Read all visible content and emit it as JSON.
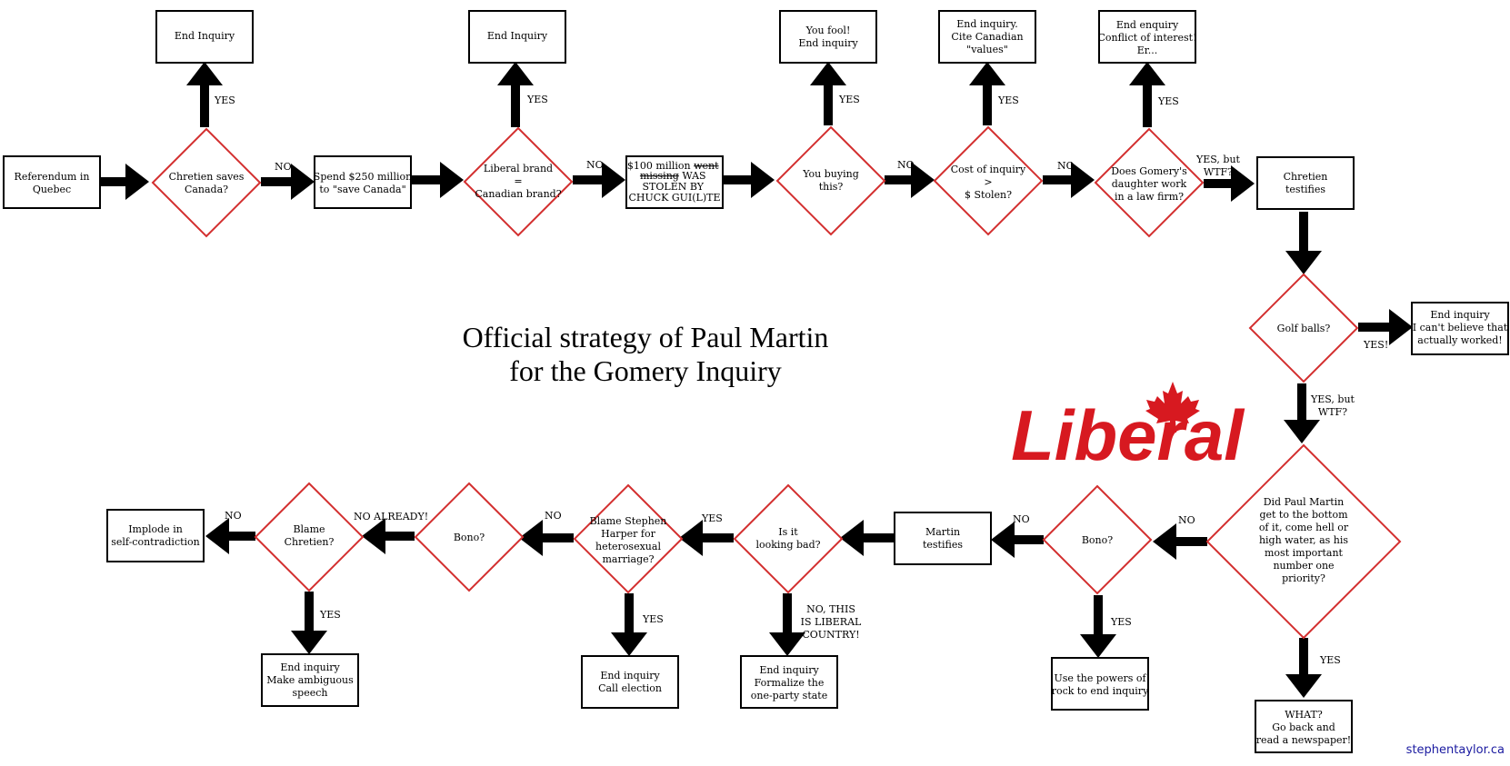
{
  "title": [
    "Official strategy of Paul Martin",
    "for the Gomery Inquiry"
  ],
  "credit": "stephentaylor.ca",
  "logo": {
    "text": "Liberal",
    "icon": "maple-leaf-icon",
    "color": "#d71920"
  },
  "colors": {
    "decision_border": "#d32f2f",
    "box_border": "#000000",
    "arrow": "#000000"
  },
  "nodes": {
    "referendum": {
      "lines": [
        "Referendum in",
        "Quebec"
      ]
    },
    "chretien_saves": {
      "lines": [
        "Chretien saves",
        "Canada?"
      ]
    },
    "end_1": {
      "lines": [
        "End Inquiry"
      ]
    },
    "spend": {
      "lines": [
        "Spend $250 million",
        "to \"save Canada\""
      ]
    },
    "liberal_brand": {
      "lines": [
        "Liberal brand",
        "=",
        "Canadian brand?"
      ]
    },
    "end_2": {
      "lines": [
        "End Inquiry"
      ]
    },
    "hundred_million": {
      "lines": [
        "$100 million ",
        "went",
        "missing",
        " WAS",
        "STOLEN BY",
        "CHUCK GUI(L)TE"
      ]
    },
    "you_buying": {
      "lines": [
        "You buying",
        "this?"
      ]
    },
    "you_fool": {
      "lines": [
        "You fool!",
        "End inquiry"
      ]
    },
    "cost_inquiry": {
      "lines": [
        "Cost of inquiry",
        ">",
        "$ Stolen?"
      ]
    },
    "cite_values": {
      "lines": [
        "End inquiry.",
        "Cite Canadian",
        "\"values\""
      ]
    },
    "gomery_daughter": {
      "lines": [
        "Does Gomery's",
        "daughter work",
        "in a law firm?"
      ]
    },
    "conflict": {
      "lines": [
        "End enquiry",
        "Conflict of interest!",
        "Er..."
      ]
    },
    "chretien_testifies": {
      "lines": [
        "Chretien",
        "testifies"
      ]
    },
    "golf_balls": {
      "lines": [
        "Golf balls?"
      ]
    },
    "cant_believe": {
      "lines": [
        "End inquiry",
        "I can't believe that",
        "actually worked!"
      ]
    },
    "did_paul": {
      "lines": [
        "Did Paul Martin",
        "get to the bottom",
        "of it, come hell or",
        "high water, as his",
        "most important",
        "number one",
        "priority?"
      ]
    },
    "what": {
      "lines": [
        "WHAT?",
        "Go back and",
        "read a newspaper!"
      ]
    },
    "bono_1": {
      "lines": [
        "Bono?"
      ]
    },
    "rock": {
      "lines": [
        "Use the powers of",
        "rock to end inquiry"
      ]
    },
    "martin_testifies": {
      "lines": [
        "Martin",
        "testifies"
      ]
    },
    "looking_bad": {
      "lines": [
        "Is it",
        "looking bad?"
      ]
    },
    "one_party": {
      "lines": [
        "End inquiry",
        "Formalize the",
        "one-party state"
      ]
    },
    "blame_harper": {
      "lines": [
        "Blame Stephen",
        "Harper for",
        "heterosexual",
        "marriage?"
      ]
    },
    "call_election": {
      "lines": [
        "End inquiry",
        "Call election"
      ]
    },
    "bono_2": {
      "lines": [
        "Bono?"
      ]
    },
    "blame_chretien": {
      "lines": [
        "Blame",
        "Chretien?"
      ]
    },
    "ambiguous": {
      "lines": [
        "End inquiry",
        "Make ambiguous",
        "speech"
      ]
    },
    "implode": {
      "lines": [
        "Implode in",
        "self-contradiction"
      ]
    }
  },
  "edge_labels": {
    "yes_1": [
      "YES"
    ],
    "no_1": [
      "NO"
    ],
    "yes_2": [
      "YES"
    ],
    "no_2": [
      "NO"
    ],
    "yes_3": [
      "YES"
    ],
    "no_3": [
      "NO"
    ],
    "yes_4": [
      "YES"
    ],
    "no_4": [
      "NO"
    ],
    "yes_5": [
      "YES"
    ],
    "yes_wtf_1": [
      "YES, but",
      "WTF?"
    ],
    "yes_golf": [
      "YES!"
    ],
    "yes_wtf_2": [
      "YES, but",
      "WTF?"
    ],
    "no_did": [
      "NO"
    ],
    "yes_did": [
      "YES"
    ],
    "no_bono1": [
      "NO"
    ],
    "yes_bono1": [
      "YES"
    ],
    "no_liberal_country": [
      "NO, THIS",
      "IS LIBERAL",
      "COUNTRY!"
    ],
    "yes_bad": [
      "YES"
    ],
    "yes_harper": [
      "YES"
    ],
    "no_harper": [
      "NO"
    ],
    "no_already": [
      "NO ALREADY!"
    ],
    "yes_chretien": [
      "YES"
    ],
    "no_chretien": [
      "NO"
    ]
  }
}
